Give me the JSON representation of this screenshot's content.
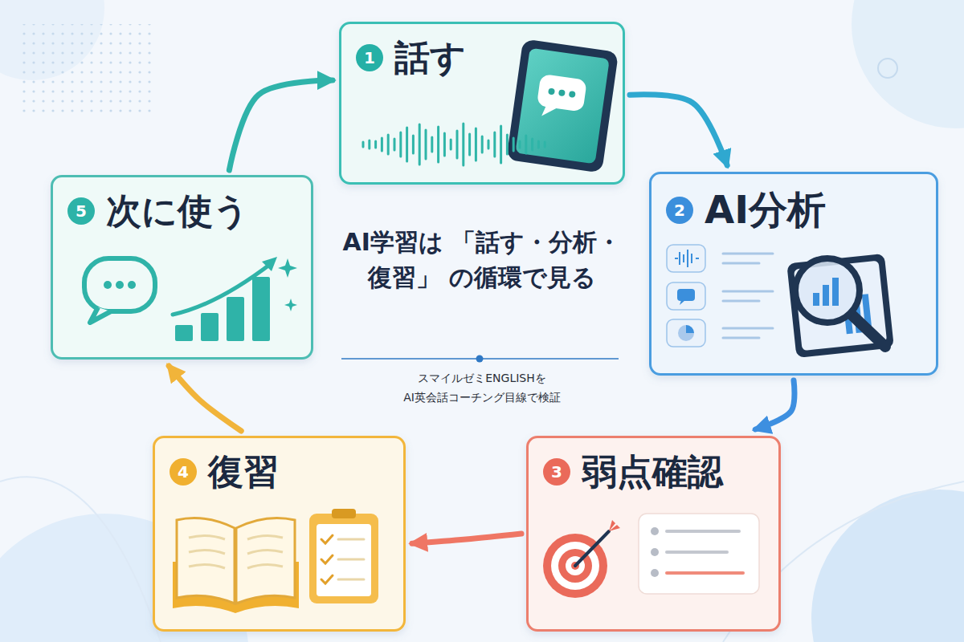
{
  "diagram": {
    "title": "AI学習は 「話す・分析・復習」 の循環で見る",
    "caption": "スマイルゼミENGLISHを AI英会話コーチング目線で検証",
    "nodes": [
      {
        "text": [
          "1",
          "話す"
        ]
      },
      {
        "text": [
          "2",
          "AI分析"
        ]
      },
      {
        "text": [
          "3",
          "弱点確認"
        ]
      },
      {
        "text": [
          "4",
          "復習"
        ]
      },
      {
        "text": [
          "5",
          "次に使う"
        ]
      }
    ],
    "edges": [
      {
        "from": 0,
        "to": 1,
        "arrow": "to"
      },
      {
        "from": 1,
        "to": 2,
        "arrow": "to"
      },
      {
        "from": 2,
        "to": 3,
        "arrow": "to"
      },
      {
        "from": 3,
        "to": 4,
        "arrow": "to"
      },
      {
        "from": 4,
        "to": 0,
        "arrow": "to"
      }
    ]
  }
}
